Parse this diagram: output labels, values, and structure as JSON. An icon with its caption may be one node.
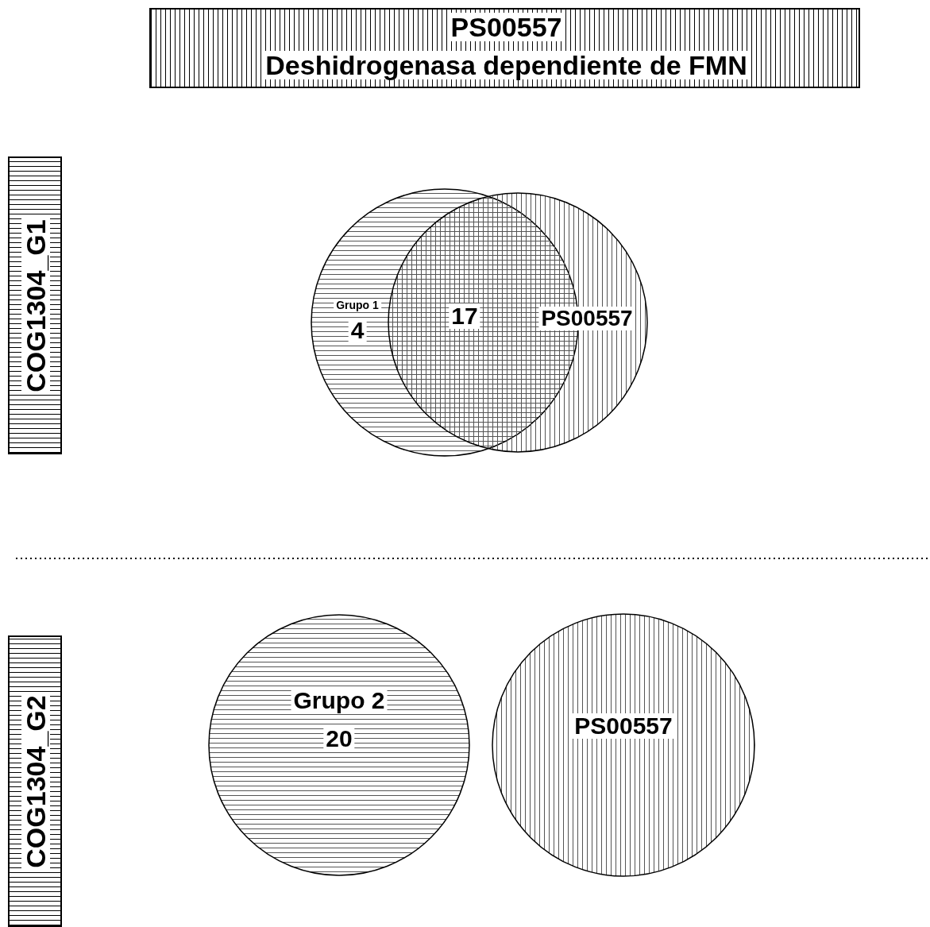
{
  "diagram": {
    "nodes": [
      {
        "text": [
          "PS00557",
          "Deshidrogenasa dependiente de FMN"
        ]
      },
      {
        "text": [
          "COG1304_G1"
        ]
      },
      {
        "text": [
          "Grupo 1",
          "4"
        ]
      },
      {
        "text": [
          "PS00557"
        ]
      },
      {
        "text": [
          "COG1304_G2"
        ]
      },
      {
        "text": [
          "Grupo 2",
          "20"
        ]
      },
      {
        "text": [
          "PS00557"
        ]
      }
    ],
    "edges": [],
    "labels": [
      "17"
    ]
  }
}
